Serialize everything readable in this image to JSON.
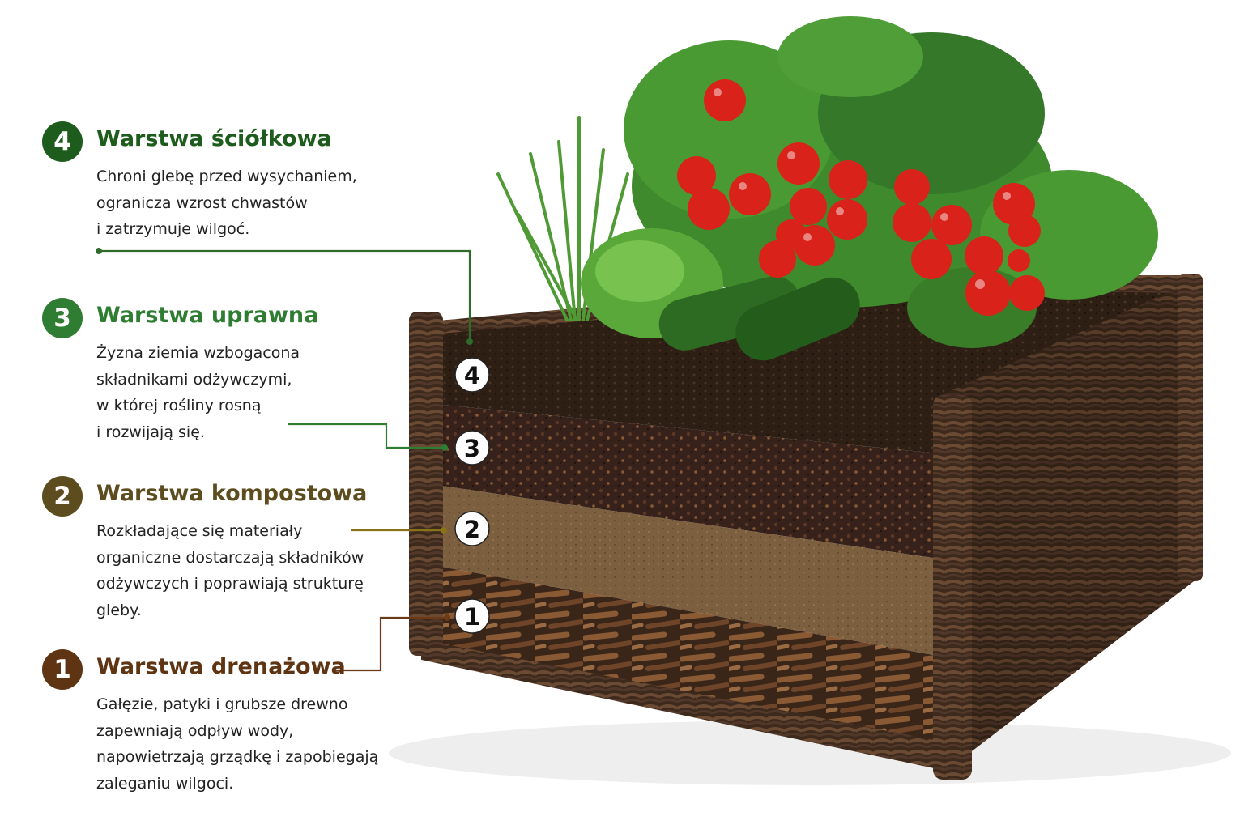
{
  "colors": {
    "layer4": "#1d5c1c",
    "layer3": "#2f7d32",
    "layer2": "#5c4c1e",
    "layer1": "#5e3413",
    "leader4": "#2f6b2a",
    "leader3": "#2f7d32",
    "leader2": "#8a7218",
    "leader1": "#6b3b17",
    "wicker": "#4a3322",
    "mulch": "#2e1f15",
    "soil": "#3b2518",
    "compost": "#7b5f3f",
    "drainage": "#6a4426",
    "tomato": "#d9231a",
    "leaf": "#3f8a2c",
    "cucumber": "#2d6b22",
    "lettuce": "#5aa83a",
    "chive": "#4f9a35"
  },
  "layers": [
    {
      "number": "4",
      "title": "Warstwa ściółkowa",
      "description": "Chroni glebę przed wysychaniem,\nogranicza wzrost chwastów\ni zatrzymuje wilgoć."
    },
    {
      "number": "3",
      "title": "Warstwa uprawna",
      "description": "Żyzna ziemia wzbogacona\nskładnikami odżywczymi,\nw której rośliny rosną\ni rozwijają się."
    },
    {
      "number": "2",
      "title": "Warstwa kompostowa",
      "description": "Rozkładające się materiały\norganiczne dostarczają składników\nodżywczych i poprawiają strukturę\ngleby."
    },
    {
      "number": "1",
      "title": "Warstwa drenażowa",
      "description": "Gałęzie, patyki i grubsze drewno\nzapewniają odpływ wody,\nnapowietrzają grządkę i zapobiegają\nzaleganiu wilgoci."
    }
  ],
  "markers": [
    "4",
    "3",
    "2",
    "1"
  ]
}
